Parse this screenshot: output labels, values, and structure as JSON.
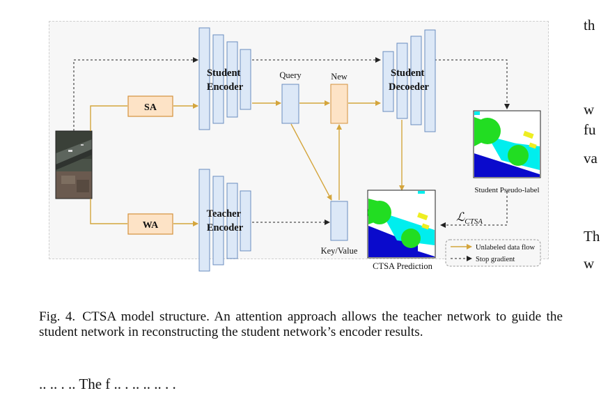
{
  "diagram": {
    "blocks": {
      "student_encoder": "Student\nEncoder",
      "teacher_encoder": "Teacher\nEncoder",
      "student_decoder": "Student\nDecoeder",
      "sa": "SA",
      "wa": "WA",
      "query": "Query",
      "new": "New",
      "key_value": "Key/Value"
    },
    "outputs": {
      "pseudo_label": "Student Pseudo-label",
      "prediction": "CTSA Prediction"
    },
    "loss": {
      "main": "ℒ",
      "sub": "CTSA"
    },
    "legend": {
      "flow": "Unlabeled data flow",
      "stop": "Stop gradient"
    },
    "colors": {
      "flow_arrow": "#d4a53c",
      "block_fill": "#dce8f7",
      "block_stroke": "#6a8dbf",
      "orange_fill": "#fde3c6",
      "orange_stroke": "#d4913c",
      "seg_green": "#22dd22",
      "seg_cyan": "#00eeee",
      "seg_blue": "#0a0acc",
      "seg_yellow": "#eeee22"
    }
  },
  "caption": {
    "number": "Fig. 4.",
    "text": "CTSA model structure. An attention approach allows the teacher network to guide the student network in reconstructing the student network’s encoder results."
  },
  "right_column": [
    "th",
    "w",
    "fu",
    "va",
    "Th",
    "w"
  ],
  "bottom_text": "     ..         ..      .        ..  The      f                  ..      .   ..      ..      ..         .   ."
}
